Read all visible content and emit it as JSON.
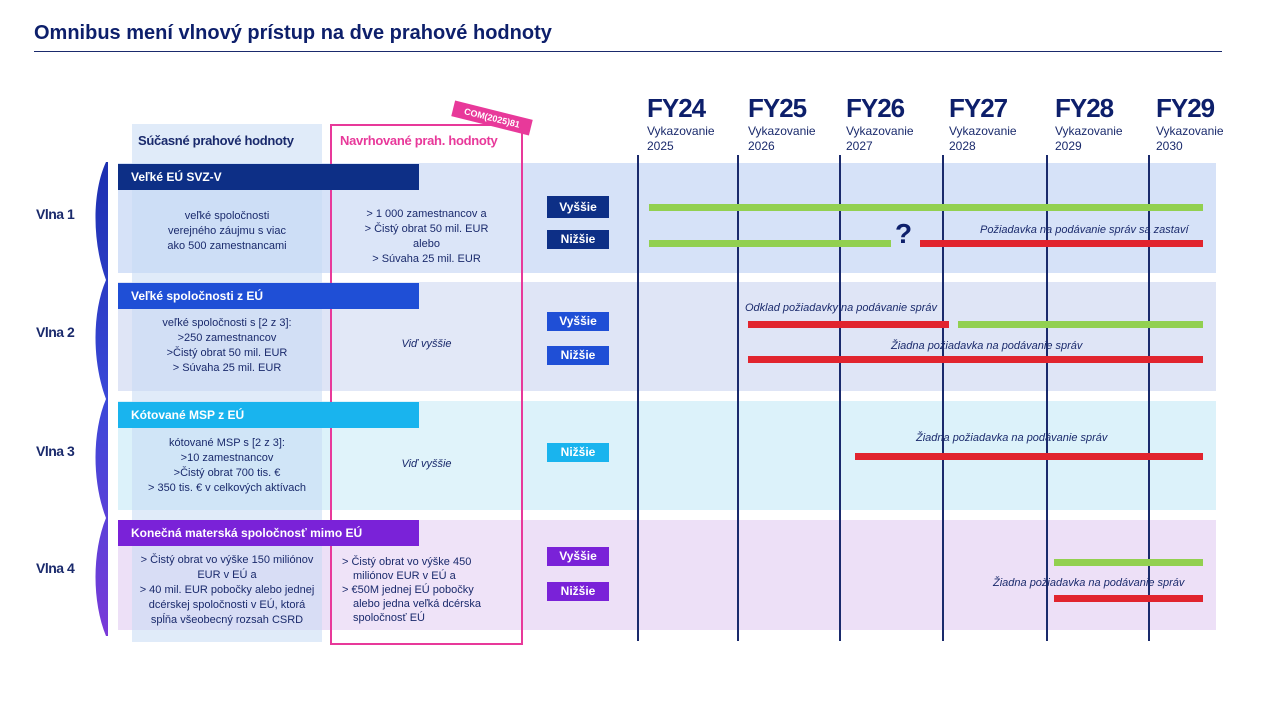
{
  "title": "Omnibus mení vlnový prístup na dve prahové hodnoty",
  "columns": {
    "current": "Súčasné prahové hodnoty",
    "proposed": "Navrhované prah. hodnoty",
    "com_tag": "COM(2025)81"
  },
  "years": [
    {
      "fy": "FY24",
      "label": "Vykazovanie",
      "year": "2025"
    },
    {
      "fy": "FY25",
      "label": "Vykazovanie",
      "year": "2026"
    },
    {
      "fy": "FY26",
      "label": "Vykazovanie",
      "year": "2027"
    },
    {
      "fy": "FY27",
      "label": "Vykazovanie",
      "year": "2028"
    },
    {
      "fy": "FY28",
      "label": "Vykazovanie",
      "year": "2029"
    },
    {
      "fy": "FY29",
      "label": "Vykazovanie",
      "year": "2030"
    }
  ],
  "waves": [
    {
      "label": "Vlna 1",
      "category": "Veľké EÚ SVZ-V",
      "current": [
        "veľké spoločnosti",
        "verejného záujmu s viac",
        "ako 500 zamestnancami"
      ],
      "proposed": [
        "> 1 000 zamestnancov a",
        "> Čistý obrat 50 mil. EUR",
        "alebo",
        "> Súvaha 25 mil. EUR"
      ],
      "higher": "Vyššie",
      "lower": "Nižšie",
      "question": "?",
      "note_lower": "Požiadavka na podávanie správ sa zastaví"
    },
    {
      "label": "Vlna 2",
      "category": "Veľké spoločnosti z EÚ",
      "current": [
        "veľké spoločnosti s [2 z 3]:",
        ">250 zamestnancov",
        ">Čistý obrat 50 mil. EUR",
        "> Súvaha 25 mil. EUR"
      ],
      "proposed_same": "Viď vyššie",
      "higher": "Vyššie",
      "lower": "Nižšie",
      "note_higher": "Odklad požiadavky na podávanie správ",
      "note_lower": "Žiadna požiadavka na podávanie správ"
    },
    {
      "label": "Vlna 3",
      "category": "Kótované MSP z EÚ",
      "current": [
        "kótované MSP s [2 z 3]:",
        ">10 zamestnancov",
        ">Čistý obrat 700 tis. €",
        "> 350 tis. € v celkových aktívach"
      ],
      "proposed_same": "Viď vyššie",
      "lower": "Nižšie",
      "note_lower": "Žiadna požiadavka na podávanie správ"
    },
    {
      "label": "Vlna 4",
      "category": "Konečná materská spoločnosť mimo EÚ",
      "current": [
        "> Čistý obrat vo výške 150 miliónov",
        "EUR v EÚ a",
        "> 40 mil. EUR pobočky alebo jednej",
        "dcérskej spoločnosti v EÚ, ktorá",
        "spĺňa všeobecný rozsah CSRD"
      ],
      "proposed": [
        "> Čistý obrat vo výške 450",
        "miliónov EUR v EÚ a",
        "> €50M jednej EÚ pobočky",
        "alebo jedna veľká dcérska",
        "spoločnosť EÚ"
      ],
      "higher": "Vyššie",
      "lower": "Nižšie",
      "note_lower": "Žiadna požiadavka na podávanie správ"
    }
  ],
  "colors": {
    "navy": "#0d1f6b",
    "wave1": "#0d2f86",
    "wave2": "#1f4fd6",
    "wave3": "#19b4ee",
    "wave4": "#7a22d8",
    "green": "#92d050",
    "red": "#e1242e",
    "pink": "#e8399a"
  }
}
